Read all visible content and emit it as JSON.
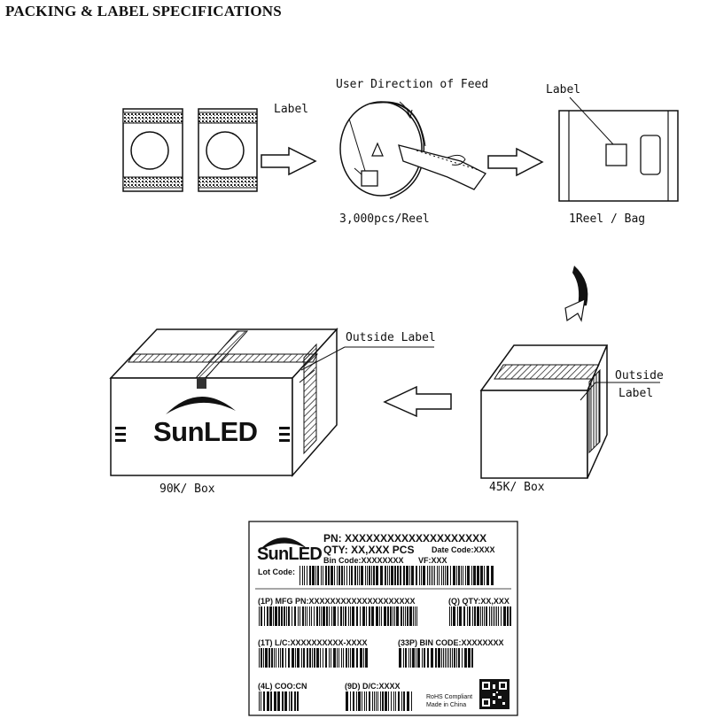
{
  "page_title": "PACKING & LABEL SPECIFICATIONS",
  "reel_section": {
    "feed_direction": "User Direction of Feed",
    "reel_label": "Label",
    "reel_qty": "3,000pcs/Reel",
    "bag_label": "Label",
    "bag_qty": "1Reel / Bag"
  },
  "box_section": {
    "big_box_label": "Outside Label",
    "big_box_brand": "SunLED",
    "big_box_qty": "90K/ Box",
    "small_box_label_line1": "Outside",
    "small_box_label_line2": "Label",
    "small_box_qty": "45K/ Box"
  },
  "product_label": {
    "brand": "SunLED",
    "pn": "PN: XXXXXXXXXXXXXXXXXXXX",
    "qty": "QTY: XX,XXX PCS",
    "date_code": "Date Code:XXXX",
    "bin_code": "Bin Code:XXXXXXXX",
    "vf": "VF:XXX",
    "lot_code": "Lot Code:",
    "mfg_pn": "(1P) MFG PN:XXXXXXXXXXXXXXXXXXXX",
    "qty_code": "(Q) QTY:XX,XXX",
    "lc": "(1T) L/C:XXXXXXXXXX-XXXX",
    "bin_code_long": "(33P) BIN CODE:XXXXXXXX",
    "coo": "(4L) COO:CN",
    "dc": "(9D) D/C:XXXX",
    "rohs": "RoHS Compliant",
    "made_in": "Made in China"
  }
}
